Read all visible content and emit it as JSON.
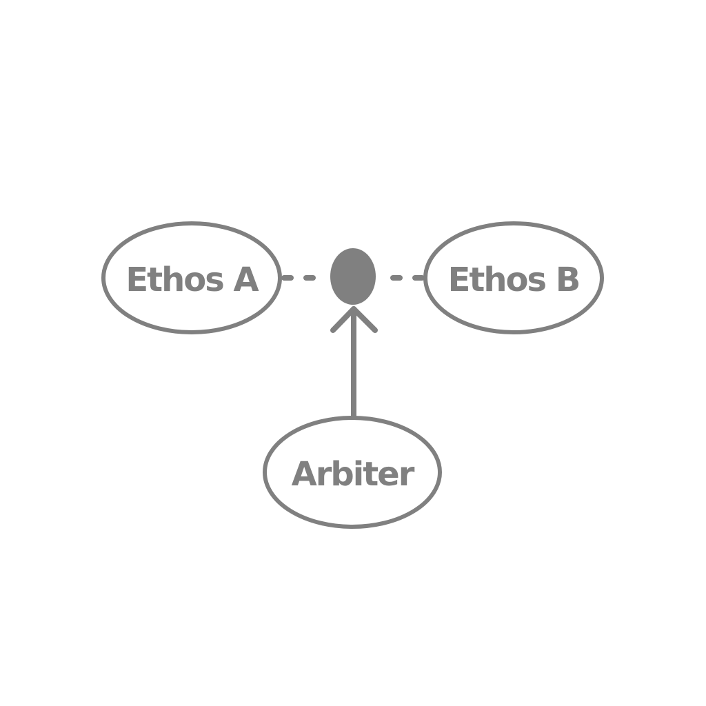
{
  "diagram": {
    "nodes": {
      "ethos_a": {
        "label": "Ethos A"
      },
      "ethos_b": {
        "label": "Ethos B"
      },
      "arbiter": {
        "label": "Arbiter"
      }
    },
    "edges": [
      {
        "from": "ethos_a",
        "to": "junction",
        "style": "dashed"
      },
      {
        "from": "junction",
        "to": "ethos_b",
        "style": "dashed"
      },
      {
        "from": "arbiter",
        "to": "junction",
        "style": "arrow"
      }
    ],
    "colors": {
      "stroke": "#808080",
      "text": "#808080",
      "background": "#ffffff"
    }
  }
}
